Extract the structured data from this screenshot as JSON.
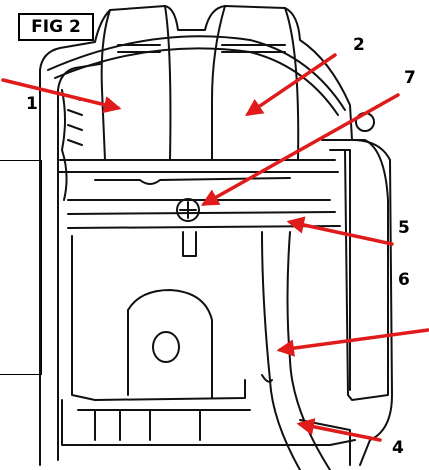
{
  "figure": {
    "label": "FIG 2",
    "callouts": [
      "1",
      "2",
      "7",
      "5",
      "6",
      "4"
    ],
    "arrow_color": "#e01b1b",
    "line_color": "#111111"
  }
}
